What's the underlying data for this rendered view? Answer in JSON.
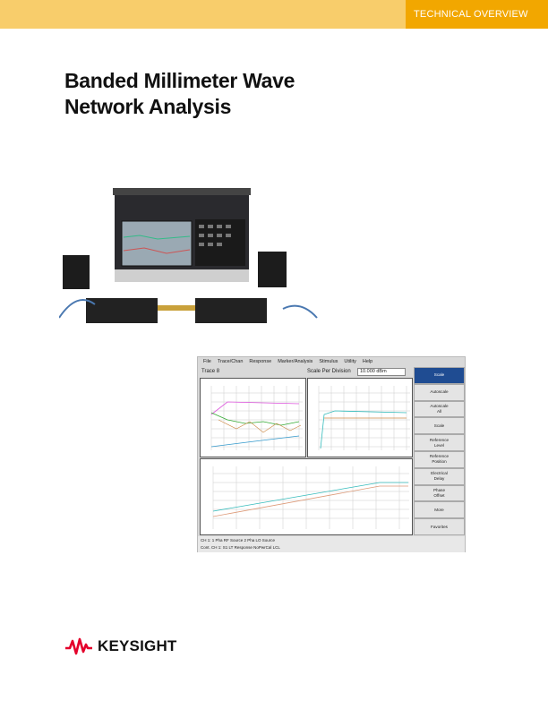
{
  "header": {
    "label": "TECHNICAL OVERVIEW",
    "colors": {
      "light": "#f8cd6b",
      "accent": "#f2a700"
    }
  },
  "title": {
    "line1": "Banded Millimeter Wave",
    "line2": "Network Analysis"
  },
  "screenshot": {
    "menu": [
      "File",
      "Trace/Chan",
      "Response",
      "Marker/Analysis",
      "Stimulus",
      "Utility",
      "Help"
    ],
    "trace": "Trace 8",
    "scale_label": "Scale Per Division",
    "scale_value": "10.000 dBm",
    "softkeys": [
      "Scale",
      "Autoscale",
      "Autoscale\nAll",
      "Scale",
      "Reference\nLevel",
      "Reference\nPosition",
      "Electrical\nDelay",
      "Phase\nOffset",
      "More",
      "Favorites"
    ],
    "status1": "CH 1: 1 Pha RF Source 2 Pha LO Source",
    "status2": "Cont.   CH 1:   S1   LT Response   NoPwrCal   LCL"
  },
  "logo": {
    "text": "KEYSIGHT",
    "color": "#e4002b"
  }
}
